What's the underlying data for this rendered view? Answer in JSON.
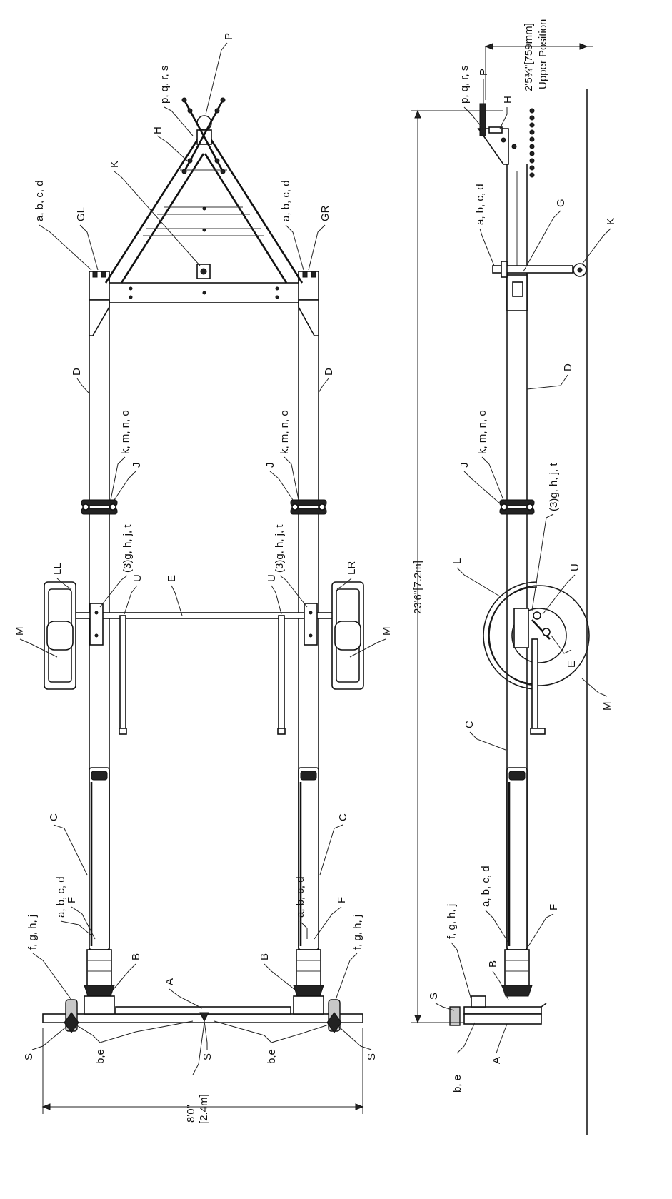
{
  "top_view": {
    "labels": {
      "P": "P",
      "pqrs": "p, q, r, s",
      "H": "H",
      "K": "K",
      "GL": "GL",
      "GR": "GR",
      "abcd_left_front": "a, b, c, d",
      "abcd_right_front": "a, b, c, d",
      "D_left": "D",
      "D_right": "D",
      "kmno_left": "k, m, n, o",
      "kmno_right": "k, m, n, o",
      "J_left": "J",
      "J_right": "J",
      "ghjt_left": "(3)g, h, j, t",
      "ghjt_right": "(3)g, h, j, t",
      "LL": "LL",
      "LR": "LR",
      "U_left": "U",
      "U_right": "U",
      "E": "E",
      "M_left": "M",
      "M_right": "M",
      "C_left": "C",
      "C_right": "C",
      "abcd_left_rear": "a, b, c, d",
      "abcd_right_rear": "a, b, c, d",
      "F_left": "F",
      "F_right": "F",
      "fghj_left": "f, g, h, j",
      "fghj_right": "f, g, h, j",
      "B_left": "B",
      "B_right": "B",
      "A": "A",
      "S_left": "S",
      "S_mid": "S",
      "S_right": "S",
      "be_left": "b,e",
      "be_right": "b,e"
    },
    "width_dim": {
      "imperial": "8'0\"",
      "metric": "[2.4m]"
    }
  },
  "side_view": {
    "labels": {
      "pqrs": "p, q, r, s",
      "P": "P",
      "H": "H",
      "abcd_front": "a, b, c, d",
      "G": "G",
      "K": "K",
      "D": "D",
      "kmno": "k, m, n, o",
      "J": "J",
      "ghjt": "(3)g, h, j, t",
      "U": "U",
      "L": "L",
      "E": "E",
      "M": "M",
      "C": "C",
      "abcd_rear": "a, b, c, d",
      "F": "F",
      "fghj": "f, g, h, j",
      "B": "B",
      "S": "S",
      "be": "b, e",
      "A": "A"
    },
    "length_dim": "23'6\"[7.2m]",
    "height_dim": "2'5¾\"[759mm]",
    "height_note": "Upper Position"
  }
}
